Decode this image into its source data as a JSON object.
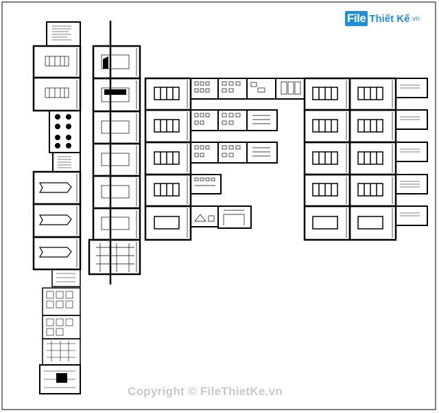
{
  "logo": {
    "box_text": "File",
    "main_text": "Thiết Kế",
    "suffix": ".vn",
    "color": "#1e8fd6"
  },
  "watermark": {
    "text": "Copyright © FileThietKe.vn",
    "color": "#c9c9c9"
  },
  "colors": {
    "line": "#000000",
    "background": "#ffffff"
  }
}
